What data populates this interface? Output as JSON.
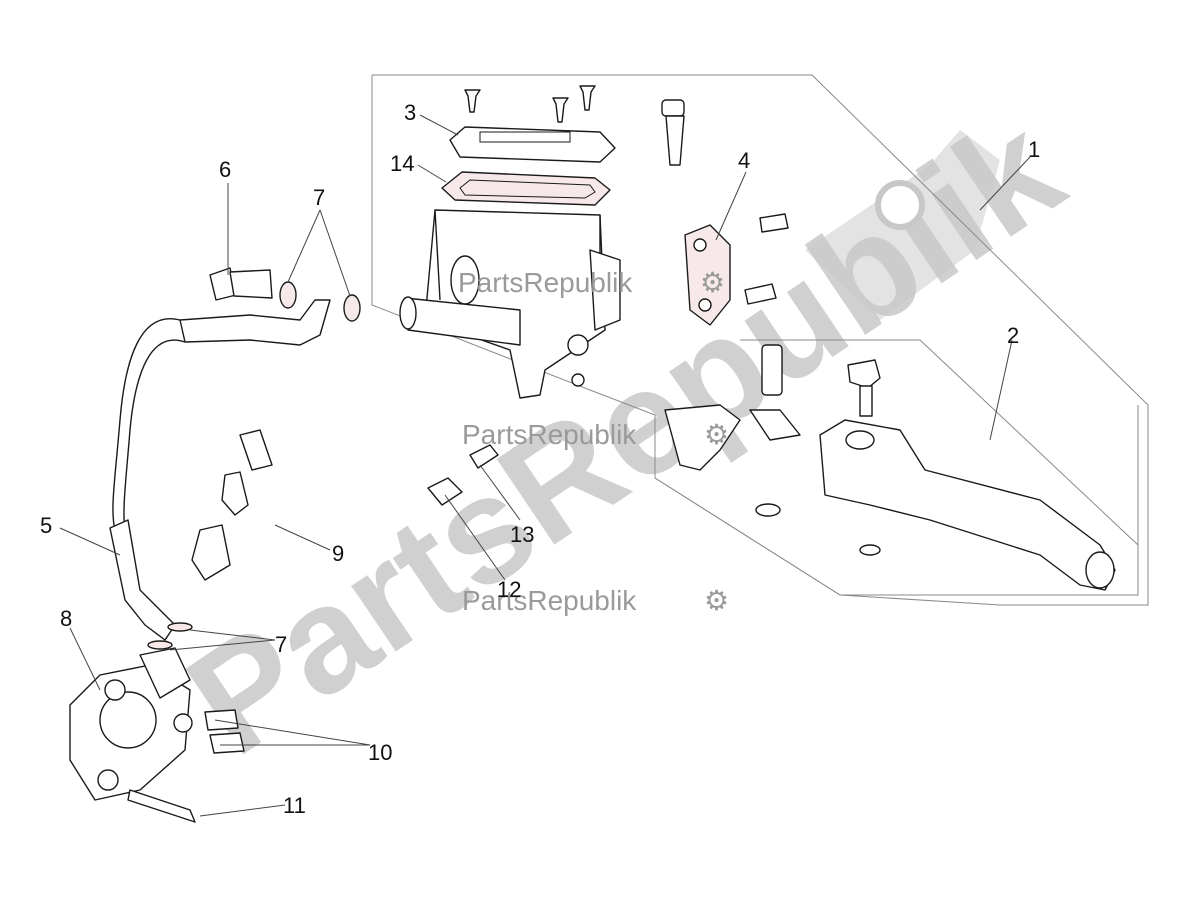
{
  "watermark": {
    "big_text": "PartsRepublik",
    "small_text": "PartsRepublik"
  },
  "callouts": {
    "c1": "1",
    "c2": "2",
    "c3": "3",
    "c4": "4",
    "c5": "5",
    "c6": "6",
    "c7a": "7",
    "c7b": "7",
    "c8": "8",
    "c9": "9",
    "c10": "10",
    "c11": "11",
    "c12": "12",
    "c13": "13",
    "c14": "14"
  },
  "colors": {
    "line": "#1a1a1a",
    "watermark": "#d0d0d0"
  }
}
